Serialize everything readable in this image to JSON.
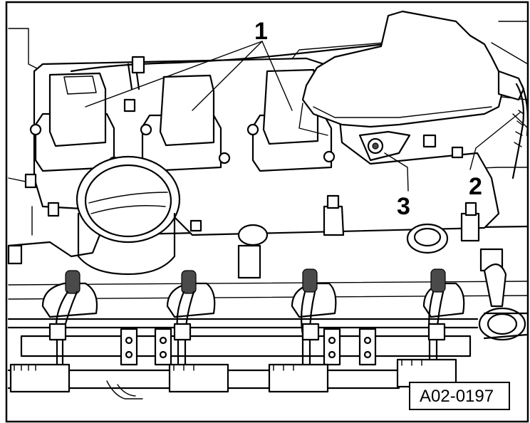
{
  "figure": {
    "id": "A02-0197",
    "callouts": [
      "1",
      "2",
      "3"
    ]
  },
  "colors": {
    "line": "#000000",
    "paper": "#ffffff",
    "shade": "#e6e6e6"
  }
}
